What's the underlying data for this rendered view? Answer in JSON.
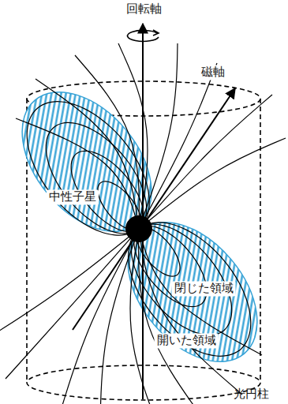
{
  "diagram": {
    "labels": [
      "回転軸",
      "磁軸",
      "中性子星",
      "閉じた領域",
      "開いた領域",
      "光円柱"
    ]
  }
}
